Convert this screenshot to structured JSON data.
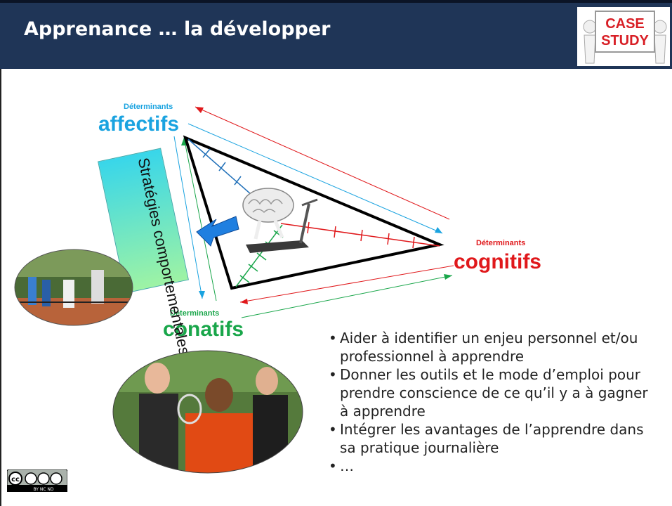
{
  "header": {
    "title": "Apprenance … la développer",
    "badge_line1": "CASE",
    "badge_line2": "STUDY"
  },
  "diagram": {
    "affectifs": {
      "small": "Déterminants",
      "big": "affectifs",
      "color": "#1aa3e0"
    },
    "cognitifs": {
      "small": "Déterminants",
      "big": "cognitifs",
      "color": "#e0181b"
    },
    "conatifs": {
      "small": "Déterminants",
      "big": "conatifs",
      "color": "#19a64a"
    },
    "strategies": "Stratégies comportementales"
  },
  "bullets": [
    "Aider à identifier un enjeu personnel et/ou professionnel à apprendre",
    "Donner les outils et le mode d’emploi pour prendre conscience de ce qu’il y a à gagner à apprendre",
    "Intégrer les avantages de l’apprendre dans sa pratique journalière",
    "…"
  ],
  "license": {
    "cc": "cc",
    "labels": "BY NC ND"
  }
}
